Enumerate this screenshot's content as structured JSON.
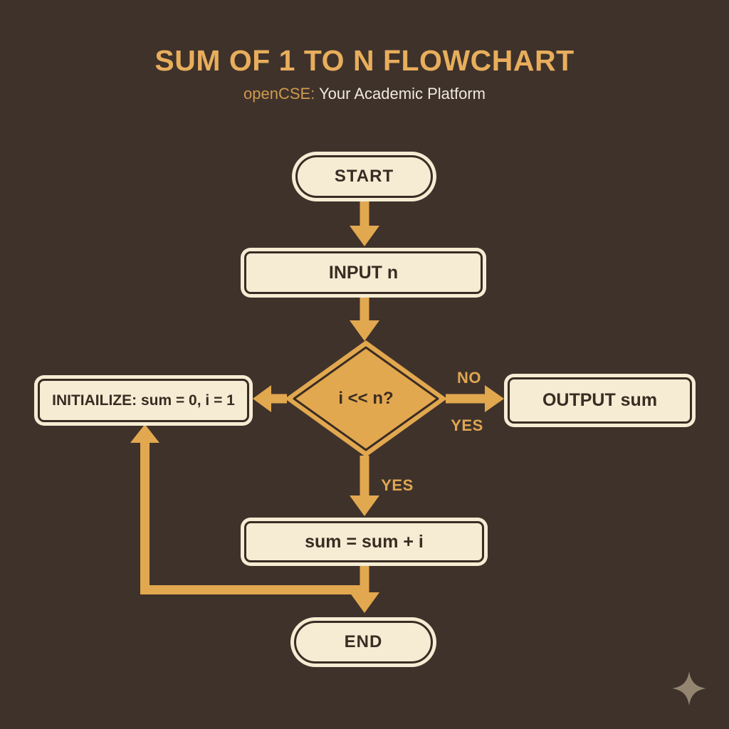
{
  "header": {
    "title": "SUM OF 1 TO N FLOWCHART",
    "subtitle": {
      "brand": "openCSE:",
      "tagline": " Your Academic Platform"
    }
  },
  "flowchart": {
    "nodes": {
      "start": {
        "label": "START",
        "type": "terminator"
      },
      "input": {
        "label": "INPUT n",
        "type": "process"
      },
      "decision": {
        "label": "i << n?",
        "type": "decision"
      },
      "initialize": {
        "label": "INITIAILIZE: sum = 0, i = 1",
        "type": "process"
      },
      "output": {
        "label": "OUTPUT sum",
        "type": "process"
      },
      "accumulate": {
        "label": "sum = sum + i",
        "type": "process"
      },
      "end": {
        "label": "END",
        "type": "terminator"
      }
    },
    "edge_labels": {
      "no_right": "NO",
      "yes_right": "YES",
      "yes_down": "YES"
    }
  },
  "icons": {
    "sparkle": "four-pointed-star"
  },
  "colors": {
    "background": "#3F322B",
    "node_fill": "#F5ECD3",
    "node_border": "#3A2C23",
    "accent_gold": "#E2A84F",
    "title_gold": "#E8AE5C",
    "brand_gold": "#CE9A4F",
    "subtitle_text": "#F0E9DE",
    "label_gold": "#DFA652",
    "sparkle": "#9C8D77"
  }
}
